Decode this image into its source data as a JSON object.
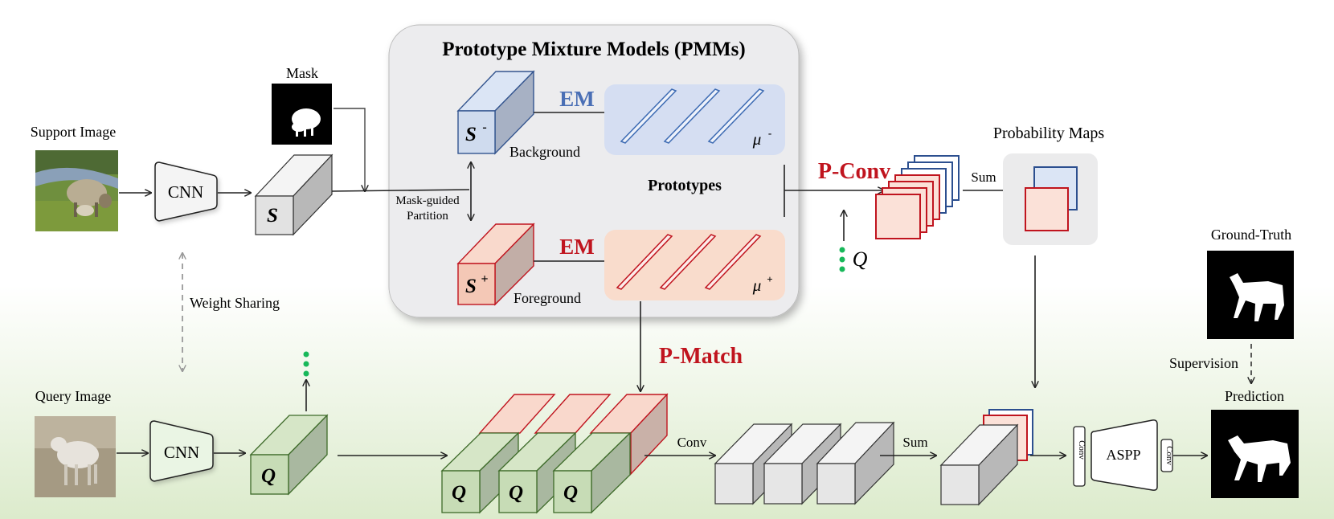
{
  "pmm": {
    "title": "Prototype Mixture Models (PMMs)",
    "em_label": "EM",
    "background_label": "Background",
    "foreground_label": "Foreground",
    "prototypes_label": "Prototypes",
    "mu_symbol": "μ",
    "mu_minus_sup": "-",
    "mu_plus_sup": "+",
    "s_symbol": "S",
    "s_minus_sup": "-",
    "s_plus_sup": "+",
    "mask_guided_line1": "Mask-guided",
    "mask_guided_line2": "Partition"
  },
  "support": {
    "image_label": "Support Image",
    "mask_label": "Mask",
    "cnn_label": "CNN",
    "feature_symbol": "S"
  },
  "query": {
    "image_label": "Query Image",
    "cnn_label": "CNN",
    "feature_symbol": "Q",
    "q_label": "Q"
  },
  "weight_sharing_label": "Weight Sharing",
  "pconv_label": "P-Conv",
  "pmatch_label": "P-Match",
  "sum_label": "Sum",
  "conv_label": "Conv",
  "probability_maps_label": "Probability Maps",
  "ground_truth_label": "Ground-Truth",
  "supervision_label": "Supervision",
  "prediction_label": "Prediction",
  "aspp_label": "ASPP",
  "conv_small_label": "Conv",
  "colors": {
    "background_blue": "#4a6fb5",
    "foreground_red": "#c0141e",
    "query_green": "#3e6b2a",
    "dots_green": "#18b85a",
    "panel_gray": "#ececee"
  }
}
